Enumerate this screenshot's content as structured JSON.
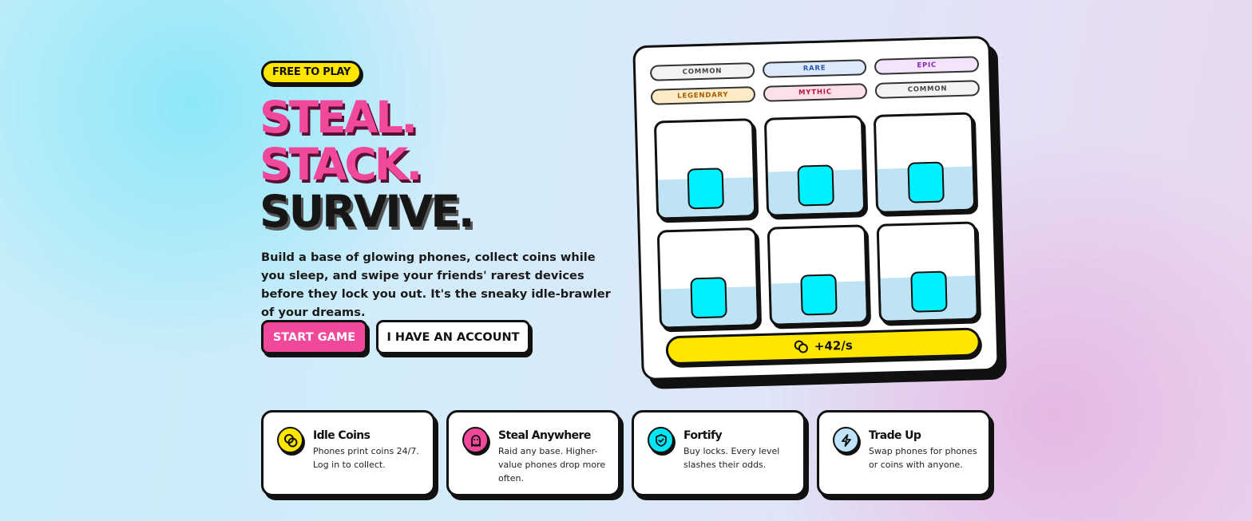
{
  "hero": {
    "badge": "FREE TO PLAY",
    "headline": [
      "STEAL.",
      "STACK.",
      "SURVIVE."
    ],
    "lead": "Build a base of glowing phones, collect coins while you sleep, and swipe your friends' rarest devices before they lock you out. It's the sneaky idle-brawler of your dreams.",
    "primary_button": "START GAME",
    "secondary_button": "I HAVE AN ACCOUNT"
  },
  "game_card": {
    "rarities": [
      "COMMON",
      "RARE",
      "EPIC",
      "LEGENDARY",
      "MYTHIC",
      "COMMON"
    ],
    "slots": [
      {
        "fill_percent": 40
      },
      {
        "fill_percent": 45
      },
      {
        "fill_percent": 45
      },
      {
        "fill_percent": 40
      },
      {
        "fill_percent": 42
      },
      {
        "fill_percent": 45
      }
    ],
    "rate": "+42/s",
    "coin_icon": "coins-icon"
  },
  "features": [
    {
      "icon": "coins-icon",
      "icon_color": "#ffe600",
      "title": "Idle Coins",
      "desc": "Phones print coins 24/7. Log in to collect."
    },
    {
      "icon": "ghost-icon",
      "icon_color": "#f0489a",
      "title": "Steal Anywhere",
      "desc": "Raid any base. Higher-value phones drop more often."
    },
    {
      "icon": "shield-icon",
      "icon_color": "#00e6f5",
      "title": "Fortify",
      "desc": "Buy locks. Every level slashes their odds."
    },
    {
      "icon": "bolt-icon",
      "icon_color": "#bfe3fb",
      "title": "Trade Up",
      "desc": "Swap phones for phones or coins with anyone."
    }
  ]
}
